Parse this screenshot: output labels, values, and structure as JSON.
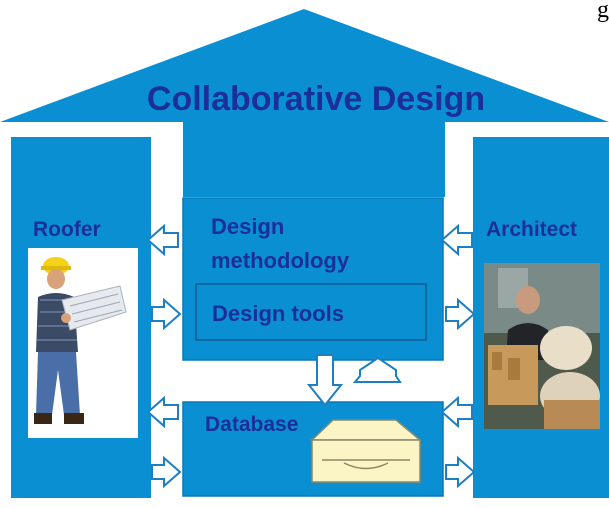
{
  "colors": {
    "block_fill": "#0b8fd3",
    "block_edge": "#0a78b4",
    "title_text": "#1a2f9c",
    "label_text": "#1a2f9c",
    "arrow_stroke": "#1e7fc0",
    "db_fill": "#fbf4c4"
  },
  "header": {
    "corner_fragment": "g",
    "title": "Collaborative Design"
  },
  "left_column": {
    "label": "Roofer",
    "photo_icon": "construction-worker-with-blueprint"
  },
  "right_column": {
    "label": "Architect",
    "photo_icon": "architect-with-building-model"
  },
  "center": {
    "methodology_line1": "Design",
    "methodology_line2": "methodology",
    "tools_label": "Design tools",
    "database_label": "Database",
    "database_icon": "disk-drive-icon"
  }
}
